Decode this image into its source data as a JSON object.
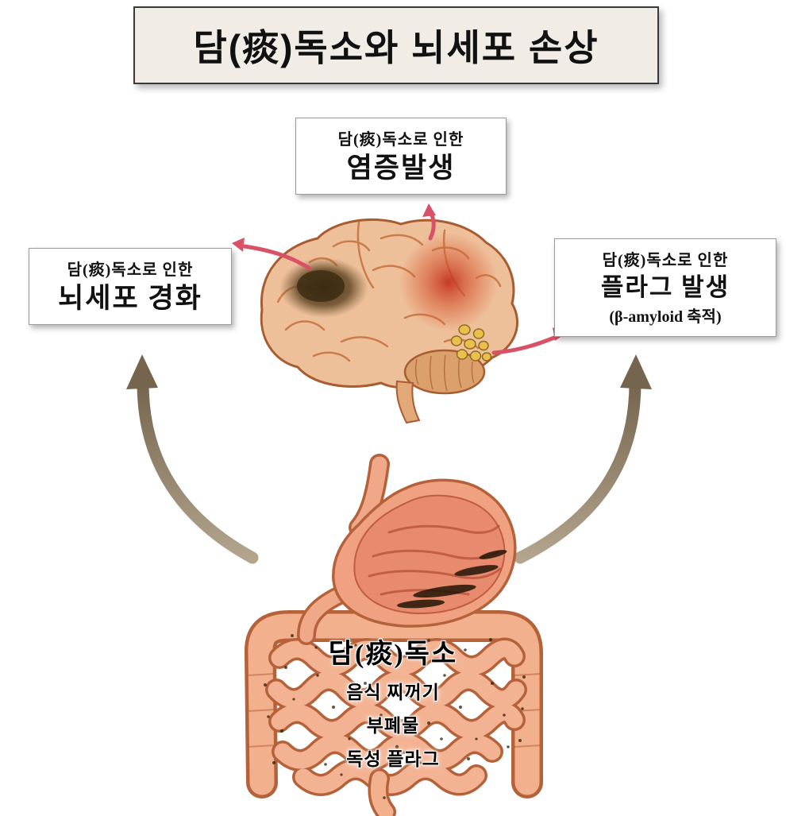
{
  "title": "담(痰)독소와 뇌세포 손상",
  "callouts": {
    "inflammation": {
      "line1": "담(痰)독소로 인한",
      "line2": "염증발생"
    },
    "sclerosis": {
      "line1": "담(痰)독소로 인한",
      "line2": "뇌세포 경화"
    },
    "plaque": {
      "line1": "담(痰)독소로 인한",
      "line2": "플라그 발생",
      "line3": "(β-amyloid 축적)"
    }
  },
  "gut_label": {
    "title": "담(痰)독소",
    "items": [
      "음식 찌꺼기",
      "부폐물",
      "독성 플라그"
    ]
  },
  "colors": {
    "title_bg": "#f1ece5",
    "accent_red_arrow": "#d95166",
    "big_arrow_taupe": "#8a7a66",
    "brain_fill": "#eec09a",
    "gut_fill": "#f2ad8a",
    "organ_outline": "#b5623a",
    "plaque_yellow": "#e9c04e"
  }
}
